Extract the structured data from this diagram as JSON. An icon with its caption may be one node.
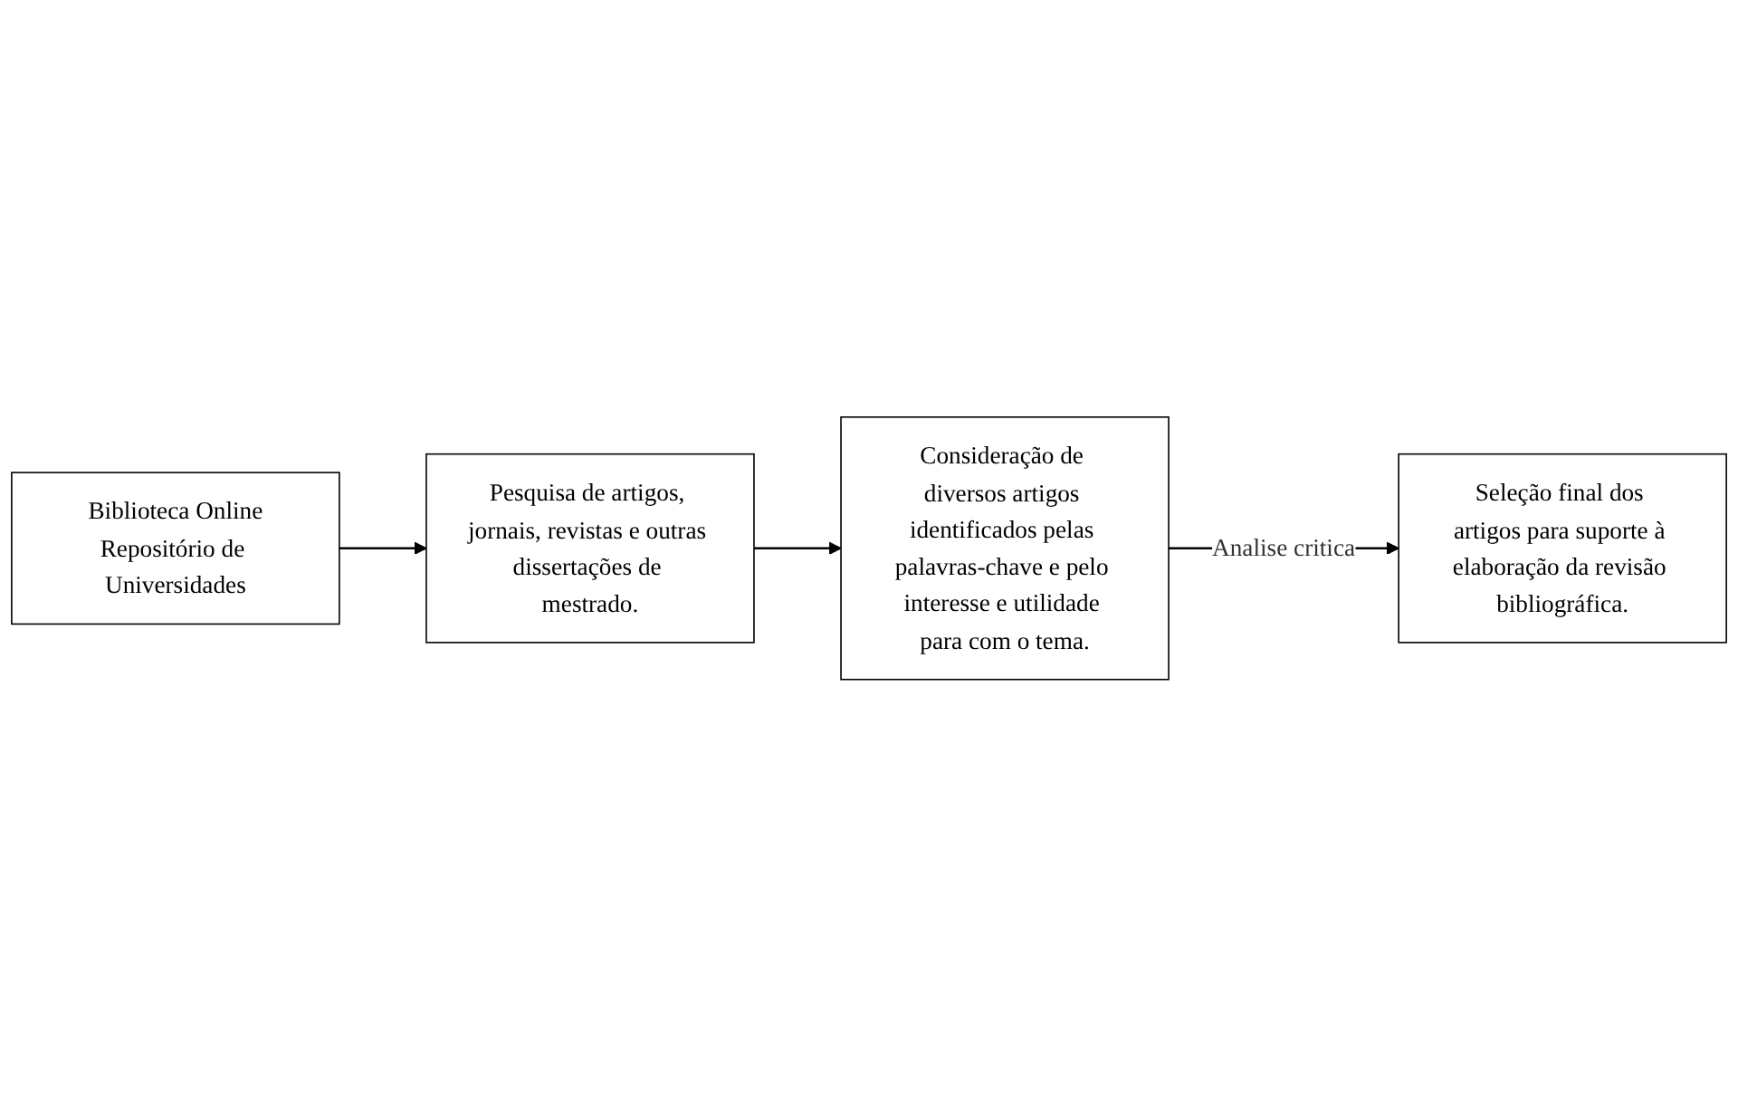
{
  "diagram": {
    "nodes": [
      {
        "text": [
          "Biblioteca Online",
          "Repositório de Universidades"
        ]
      },
      {
        "text": [
          "Pesquisa de artigos, jornais, revistas e outras dissertações de mestrado."
        ]
      },
      {
        "text": [
          "Consideração de diversos artigos identificados pelas palavras-chave e pelo interesse e utilidade para com o tema."
        ]
      },
      {
        "text": [
          "Seleção final dos artigos para suporte à elaboração da revisão bibliográfica."
        ]
      }
    ],
    "edges": [
      {
        "from": 0,
        "to": 1,
        "arrow": "to"
      },
      {
        "from": 1,
        "to": 2,
        "arrow": "to"
      },
      {
        "from": 2,
        "to": 3,
        "arrow": "to",
        "label": "Analise critica"
      }
    ]
  }
}
